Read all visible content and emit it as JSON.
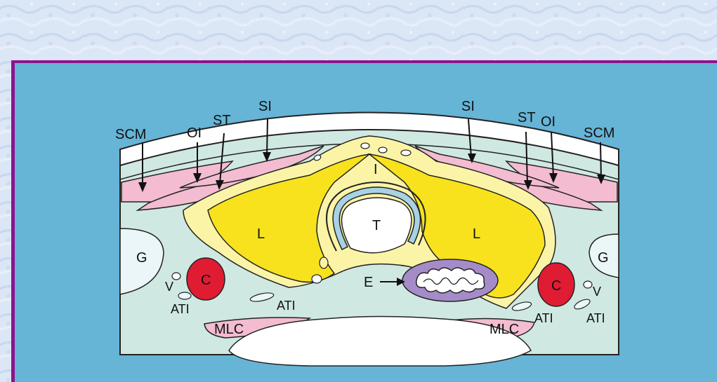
{
  "colors": {
    "page_background": "#dbe6f6",
    "frame_border": "#8e128e",
    "figure_background": "#66b4d6",
    "body_fill": "#d0e8e2",
    "muscle_fill": "#f3bcd0",
    "thyroid_lobe_fill": "#f7e21d",
    "thyroid_capsule_fill": "#fbf4a7",
    "trachea_ring_fill": "#a8d2e4",
    "carotid_fill": "#e01c33",
    "esophagus_fill": "#a58cc8",
    "skin_fill": "#ffffff"
  },
  "labels": {
    "scm_left": "SCM",
    "oi_left": "OI",
    "st_left": "ST",
    "si_left": "SI",
    "si_right": "SI",
    "st_right": "ST",
    "oi_right": "OI",
    "scm_right": "SCM",
    "isthmus": "I",
    "lobe_left": "L",
    "lobe_right": "L",
    "trachea": "T",
    "jugular_left": "G",
    "jugular_right": "G",
    "carotid_left": "C",
    "carotid_right": "C",
    "vagus_left": "V",
    "vagus_right": "V",
    "esophagus": "E",
    "ati_left_outer": "ATI",
    "ati_left_inner": "ATI",
    "ati_right_inner": "ATI",
    "ati_right_outer": "ATI",
    "mlc_left": "MLC",
    "mlc_right": "MLC"
  }
}
